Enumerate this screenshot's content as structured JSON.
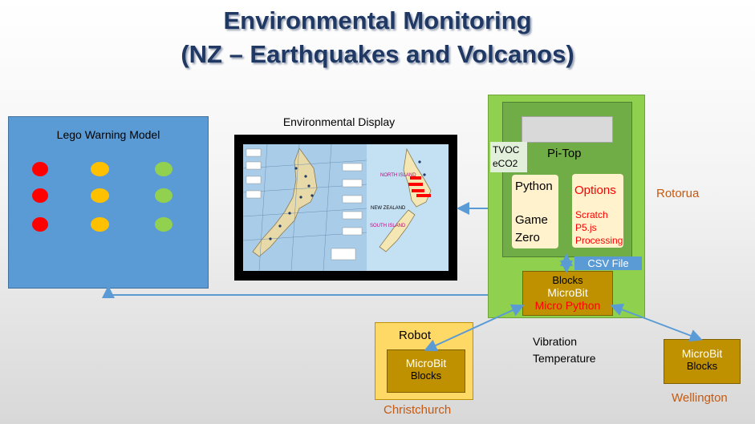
{
  "title": {
    "line1": "Environmental Monitoring",
    "line2": "(NZ – Earthquakes and Volcanos)"
  },
  "lego_model": {
    "label": "Lego Warning Model",
    "light_colors": {
      "red": "#ff0000",
      "amber": "#ffc000",
      "green": "#92d050"
    }
  },
  "display": {
    "label": "Environmental Display",
    "map": {
      "north_island": "NORTH ISLAND",
      "new_zealand": "NEW ZEALAND",
      "south_island": "SOUTH ISLAND"
    }
  },
  "pitop": {
    "label": "Pi-Top",
    "sensors": {
      "line1": "TVOC",
      "line2": "eCO2"
    },
    "python_card": {
      "line1": "Python",
      "line2": "Game",
      "line3": "Zero"
    },
    "options_card": {
      "title": "Options",
      "items": [
        "Scratch",
        "P5.js",
        "Processing"
      ]
    },
    "csv": "CSV File",
    "microbit": {
      "line1": "Blocks",
      "line2": "MicroBit",
      "line3": "Micro Python"
    },
    "location": "Rotorua"
  },
  "readings": {
    "line1": "Vibration",
    "line2": "Temperature"
  },
  "robot": {
    "label": "Robot",
    "microbit": {
      "line1": "MicroBit",
      "line2": "Blocks"
    },
    "location": "Christchurch"
  },
  "wellington": {
    "microbit": {
      "line1": "MicroBit",
      "line2": "Blocks"
    },
    "location": "Wellington"
  },
  "colors": {
    "title": "#1f3864",
    "lego_box": "#5b9bd5",
    "pitop_outer": "#8fd14f",
    "pitop_inner": "#70ad47",
    "microbit_box": "#bf9000",
    "robot_box": "#ffd966",
    "location_text": "#c55a11",
    "arrow": "#5b9bd5"
  }
}
